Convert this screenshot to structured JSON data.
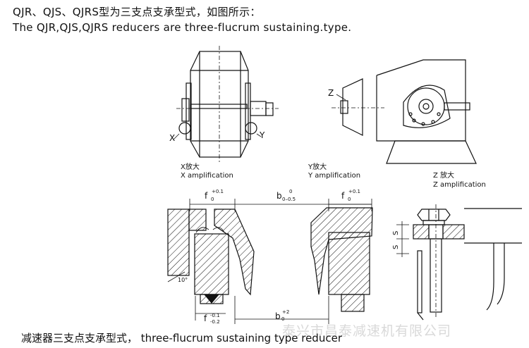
{
  "header": {
    "line_cn": "QJR、QJS、QJRS型为三支点支承型式，如图所示：",
    "line_en": "The QJR,QJS,QJRS reducers are three-flucrum sustaining.type."
  },
  "top_views": {
    "x_label": "X",
    "y_label": "Y",
    "z_label": "Z"
  },
  "detail_titles": {
    "x_cn": "X放大",
    "x_en": "X amplification",
    "y_cn": "Y放大",
    "y_en": "Y amplification",
    "z_cn": "Z 放大",
    "z_en": "Z  amplification"
  },
  "dimensions": {
    "f_top_left_main": "f",
    "f_top_left_sub": "0",
    "f_top_left_sup": "+0.1",
    "b_top_main": "b",
    "b_top_sub": "0–0.5",
    "b_top_sup": "0",
    "f_top_right_main": "f",
    "f_top_right_sub": "0",
    "f_top_right_sup": "+0.1",
    "angle": "10°",
    "f_bottom_main": "f",
    "f_bottom_sub": "-0.2",
    "f_bottom_sup": "-0.1",
    "b_bottom_main": "b",
    "b_bottom_sub": "0",
    "b_bottom_sup": "+2",
    "s_upper": "S",
    "s_lower": "S"
  },
  "caption": "减速器三支点支承型式， three-flucrum sustaining type reducer",
  "watermark": "泰兴市昌泰减速机有限公司"
}
